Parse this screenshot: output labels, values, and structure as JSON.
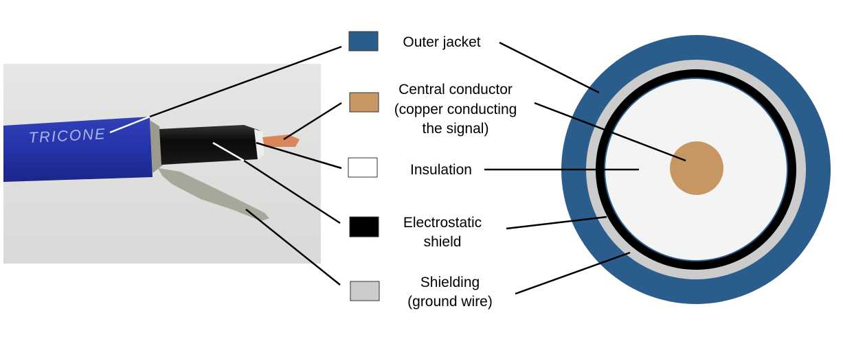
{
  "photo": {
    "cable_print": "TRICONE"
  },
  "legend": [
    {
      "key": "outer-jacket",
      "lines": [
        "Outer jacket"
      ],
      "color": "#2b5d8c"
    },
    {
      "key": "central-conductor",
      "lines": [
        "Central conductor",
        "(copper conducting",
        "the signal)"
      ],
      "color": "#c69763"
    },
    {
      "key": "insulation",
      "lines": [
        "Insulation"
      ],
      "color": "#ffffff"
    },
    {
      "key": "electrostatic-shield",
      "lines": [
        "Electrostatic",
        "shield"
      ],
      "color": "#000000"
    },
    {
      "key": "shielding",
      "lines": [
        "Shielding",
        "(ground wire)"
      ],
      "color": "#cccccc"
    }
  ],
  "cross_section_colors": {
    "jacket": "#2b5d8c",
    "shielding": "#cccccc",
    "electrostatic_shield": "#000000",
    "insulation": "#f4f4f4",
    "conductor": "#c69763"
  }
}
